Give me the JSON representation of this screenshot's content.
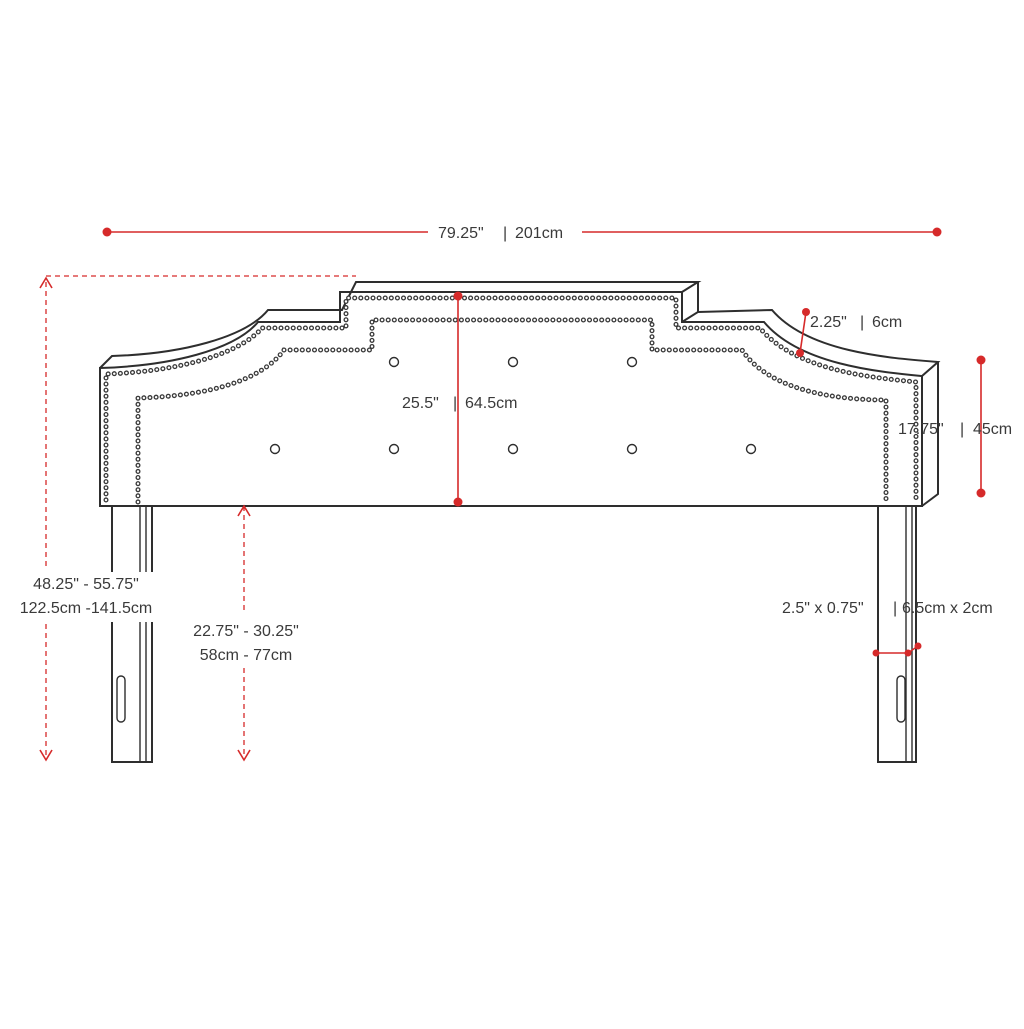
{
  "dimensions": {
    "width": {
      "imperial": "79.25\"",
      "separator": "|",
      "metric": "201cm"
    },
    "top_rail": {
      "imperial": "2.25\"",
      "separator": "|",
      "metric": "6cm"
    },
    "center_height": {
      "imperial": "25.5\"",
      "separator": "|",
      "metric": "64.5cm"
    },
    "side_height": {
      "imperial": "17.75\"",
      "separator": "|",
      "metric": "45cm"
    },
    "leg_section": {
      "imperial": "2.5\" x 0.75\"",
      "separator": "|",
      "metric": "6.5cm x 2cm"
    },
    "total_height": {
      "imperial": "48.25\" - 55.75\"",
      "metric": "122.5cm -141.5cm"
    },
    "leg_height": {
      "imperial": "22.75\" - 30.25\"",
      "metric": "58cm - 77cm"
    }
  },
  "colors": {
    "dimension": "#d62a2a",
    "outline": "#2e2e2e"
  }
}
